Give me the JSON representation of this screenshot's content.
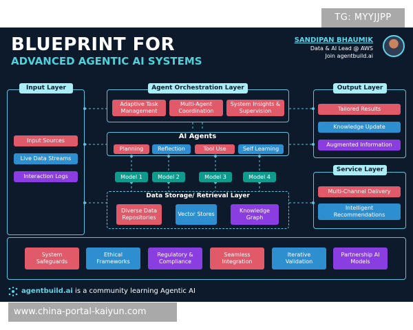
{
  "watermark_top": "TG: MYYJJPP",
  "watermark_bottom": "www.china-portal-kaiyun.com",
  "title_line1": "BLUEPRINT FOR",
  "title_line2": "ADVANCED AGENTIC AI SYSTEMS",
  "author": {
    "name": "SANDIPAN BHAUMIK",
    "role": "Data & AI Lead @ AWS",
    "join": "Join agentbuild.ai"
  },
  "input_layer": {
    "label": "Input Layer",
    "items": [
      "Input Sources",
      "Live Data Streams",
      "Interaction Logs"
    ]
  },
  "orchestration_layer": {
    "label": "Agent Orchestration Layer",
    "items": [
      "Adaptive Task Management",
      "Multi-Agent Coordination",
      "System Insights & Supervision"
    ]
  },
  "ai_agents": {
    "label": "AI Agents",
    "items": [
      "Planning",
      "Reflection",
      "Tool Use",
      "Self Learning"
    ]
  },
  "models": [
    "Model 1",
    "Model 2",
    "Model 3",
    "Model 4"
  ],
  "data_storage": {
    "label": "Data Storage/ Retrieval Layer",
    "items": [
      "Diverse Data Repositories",
      "Vector Stores",
      "Knowledge Graph"
    ]
  },
  "output_layer": {
    "label": "Output Layer",
    "items": [
      "Tailored Results",
      "Knowledge Update",
      "Augmented Information"
    ]
  },
  "service_layer": {
    "label": "Service Layer",
    "items": [
      "Multi-Channel Delivery",
      "Intelligent Recommendations"
    ]
  },
  "governance_items": [
    "System Safeguards",
    "Ethical Frameworks",
    "Regulatory & Compliance",
    "Seamless Integration",
    "Iterative Validation",
    "Partnership AI Models"
  ],
  "footer": {
    "brand": "agentbuild.ai",
    "text": " is a community learning Agentic AI"
  },
  "colors": {
    "background": "#0c1a2c",
    "accent": "#5fd6e8",
    "red": "#e05a6a",
    "blue": "#2d8fd0",
    "purple": "#8a3de0",
    "teal": "#0e9a8c"
  }
}
